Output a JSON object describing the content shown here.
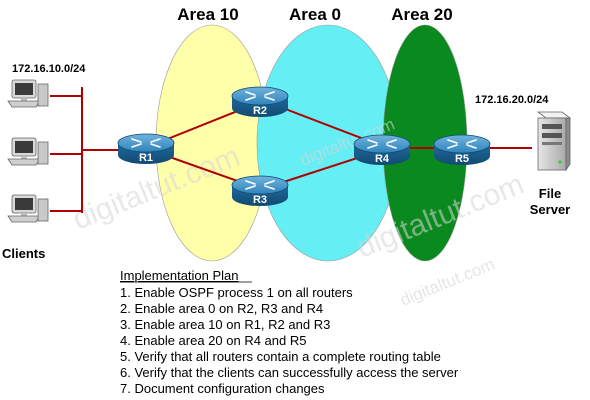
{
  "areas": [
    {
      "label": "Area 10",
      "color": "#ffffaa"
    },
    {
      "label": "Area 0",
      "color": "#66eef5"
    },
    {
      "label": "Area 20",
      "color": "#0a8a1e"
    }
  ],
  "networks": {
    "clients_net": "172.16.10.0/24",
    "server_net": "172.16.20.0/24"
  },
  "routers": [
    "R1",
    "R2",
    "R3",
    "R4",
    "R5"
  ],
  "clients_label": "Clients",
  "server_label_1": "File",
  "server_label_2": "Server",
  "plan": {
    "title": "Implementation Plan",
    "steps": [
      "1. Enable OSPF process 1 on all routers",
      "2. Enable area 0 on R2, R3 and R4",
      "3. Enable area 10 on R1, R2 and R3",
      "4. Enable area 20 on R4 and R5",
      "5. Verify that all routers contain a complete routing table",
      "6. Verify that the clients can successfully access the server",
      "7. Document configuration changes"
    ]
  },
  "watermark": "digitaltut.com",
  "link_color": "#b00000",
  "router_color": "#1d6fa5"
}
